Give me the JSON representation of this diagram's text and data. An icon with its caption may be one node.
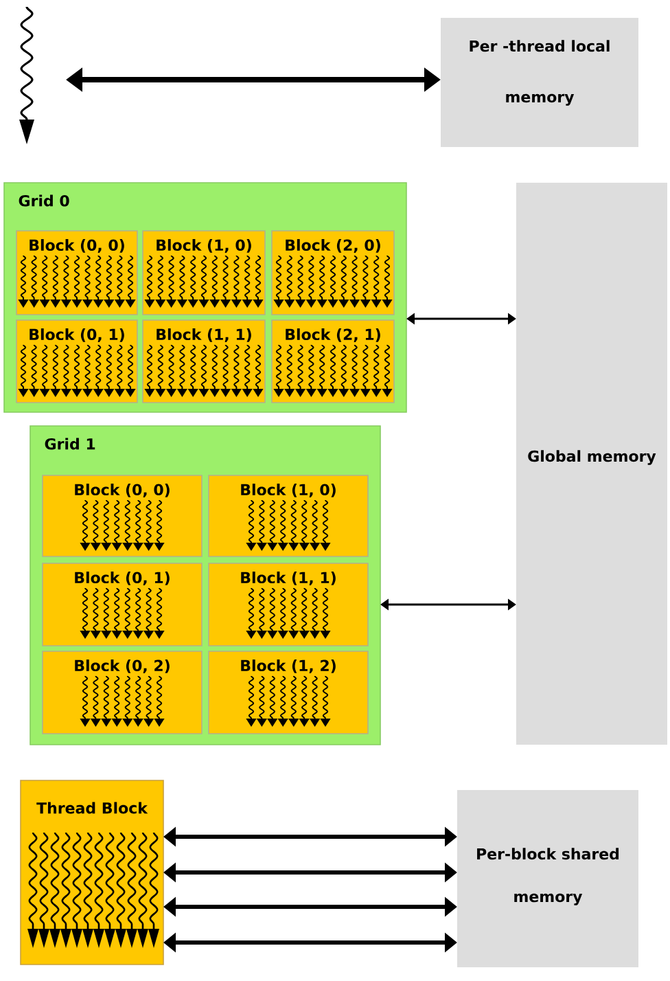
{
  "diagram": {
    "nodes": [
      {
        "text": [],
        "shape": "picture"
      },
      {
        "text": [
          "Per -thread local memory"
        ]
      },
      {
        "text": [
          "Grid 0"
        ]
      },
      {
        "text": [
          "Block (0, 0)"
        ],
        "in": 2
      },
      {
        "text": [
          "Block (1, 0)"
        ],
        "in": 2
      },
      {
        "text": [
          "Block (2, 0)"
        ],
        "in": 2
      },
      {
        "text": [
          "Block (0, 1)"
        ],
        "in": 2
      },
      {
        "text": [
          "Block (1, 1)"
        ],
        "in": 2
      },
      {
        "text": [
          "Block (2, 1)"
        ],
        "in": 2
      },
      {
        "text": [
          "Grid 1"
        ]
      },
      {
        "text": [
          "Block (0, 0)"
        ],
        "in": 9
      },
      {
        "text": [
          "Block (1, 0)"
        ],
        "in": 9
      },
      {
        "text": [
          "Block (0, 1)"
        ],
        "in": 9
      },
      {
        "text": [
          "Block (1, 1)"
        ],
        "in": 9
      },
      {
        "text": [
          "Block (0, 2)"
        ],
        "in": 9
      },
      {
        "text": [
          "Block (1, 2)"
        ],
        "in": 9
      },
      {
        "text": [
          "Global memory"
        ]
      },
      {
        "text": [
          "Thread Block"
        ]
      },
      {
        "text": [
          "Per-block shared memory"
        ]
      }
    ],
    "edges": [
      {
        "from": 0,
        "to": 1,
        "arrow": "both"
      },
      {
        "from": 2,
        "to": 16,
        "arrow": "both"
      },
      {
        "from": 9,
        "to": 16,
        "arrow": "both"
      },
      {
        "from": 17,
        "to": 18,
        "arrow": "both"
      },
      {
        "from": 17,
        "to": 18,
        "arrow": "both"
      },
      {
        "from": 17,
        "to": 18,
        "arrow": "both"
      },
      {
        "from": 17,
        "to": 18,
        "arrow": "both"
      }
    ]
  }
}
